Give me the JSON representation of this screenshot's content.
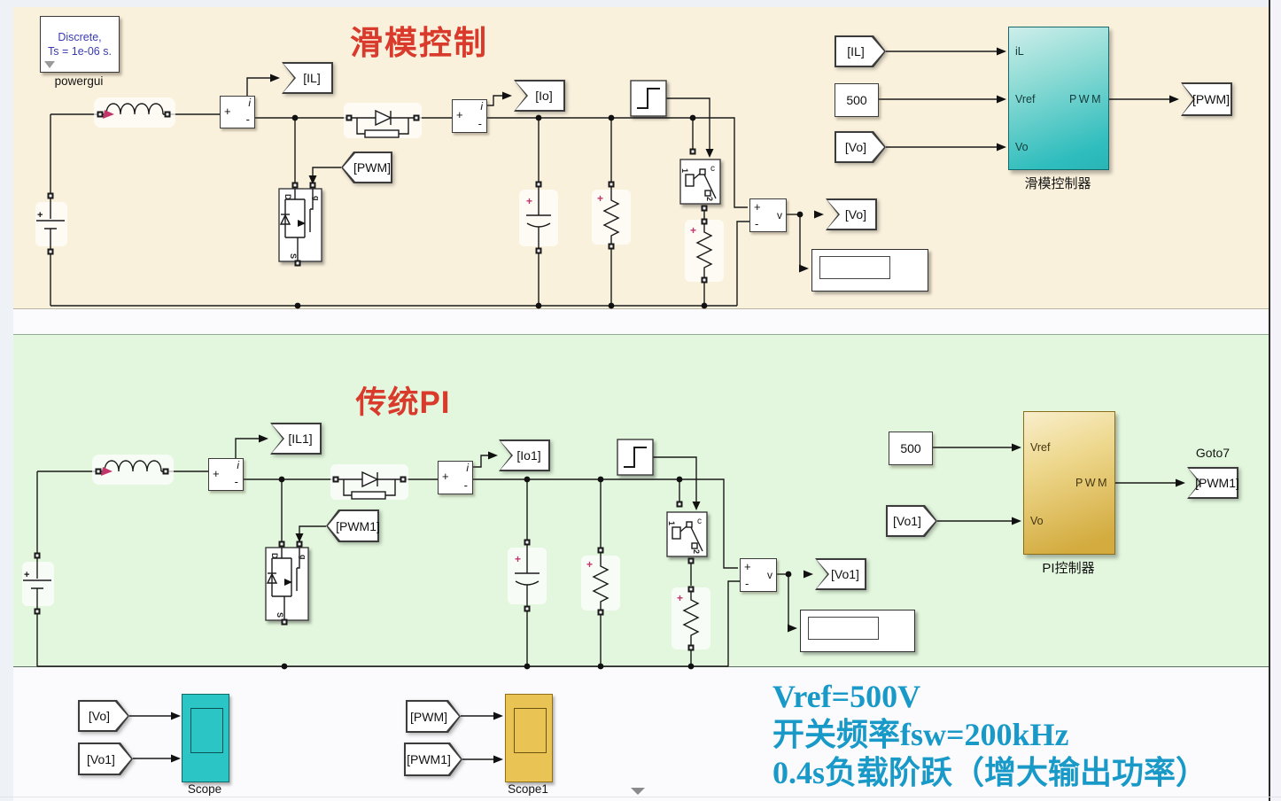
{
  "colors": {
    "bg_top_section": "#faf1dc",
    "bg_bottom_section": "#e2f7dd",
    "title_red": "#d93a2b",
    "note_blue": "#1899c7",
    "scope_teal": "#2cc5c5",
    "scope_gold": "#e9c455",
    "controller_teal": "#2fbdbd",
    "controller_gold": "#d3ab3e",
    "polarity_red": "#c2356b",
    "wire": "#1a1a1a"
  },
  "top": {
    "title": "滑模控制",
    "powergui": {
      "line1": "Discrete,",
      "line2": "Ts = 1e-06 s.",
      "label": "powergui"
    },
    "tag_il_goto": "[IL]",
    "tag_pwm_from": "[PWM]",
    "tag_io_goto": "[Io]",
    "tag_vo_goto": "[Vo]",
    "tag_il_from": "[IL]",
    "const_vref": "500",
    "tag_vo_from": "[Vo]",
    "tag_pwm_goto": "[PWM]",
    "controller": {
      "in_il": "iL",
      "in_vref": "Vref",
      "in_vo": "Vo",
      "out_pwm": "PWM",
      "label": "滑模控制器"
    }
  },
  "bottom": {
    "title": "传统PI",
    "tag_il_goto": "[IL1]",
    "tag_pwm_from": "[PWM1]",
    "tag_io_goto": "[Io1]",
    "tag_vo_goto": "[Vo1]",
    "const_vref": "500",
    "tag_vo_from": "[Vo1]",
    "tag_pwm_goto": "[PWM1]",
    "goto_name": "Goto7",
    "controller": {
      "in_vref": "Vref",
      "in_vo": "Vo",
      "out_pwm": "PWM",
      "label": "PI控制器"
    }
  },
  "strip": {
    "tag_vo": "[Vo]",
    "tag_vo1": "[Vo1]",
    "scope_label": "Scope",
    "tag_pwm": "[PWM]",
    "tag_pwm1": "[PWM1]",
    "scope1_label": "Scope1",
    "note1": "Vref=500V",
    "note2": "开关频率fsw=200kHz",
    "note3": "0.4s负载阶跃（增大输出功率）"
  },
  "symbols": {
    "plus": "+",
    "minus": "-",
    "current": "i",
    "voltage": "v",
    "mosfet_drain": "D",
    "mosfet_gate": "g",
    "mosfet_source": "S",
    "breaker_c": "c",
    "breaker_1": "1",
    "breaker_2": "2"
  }
}
